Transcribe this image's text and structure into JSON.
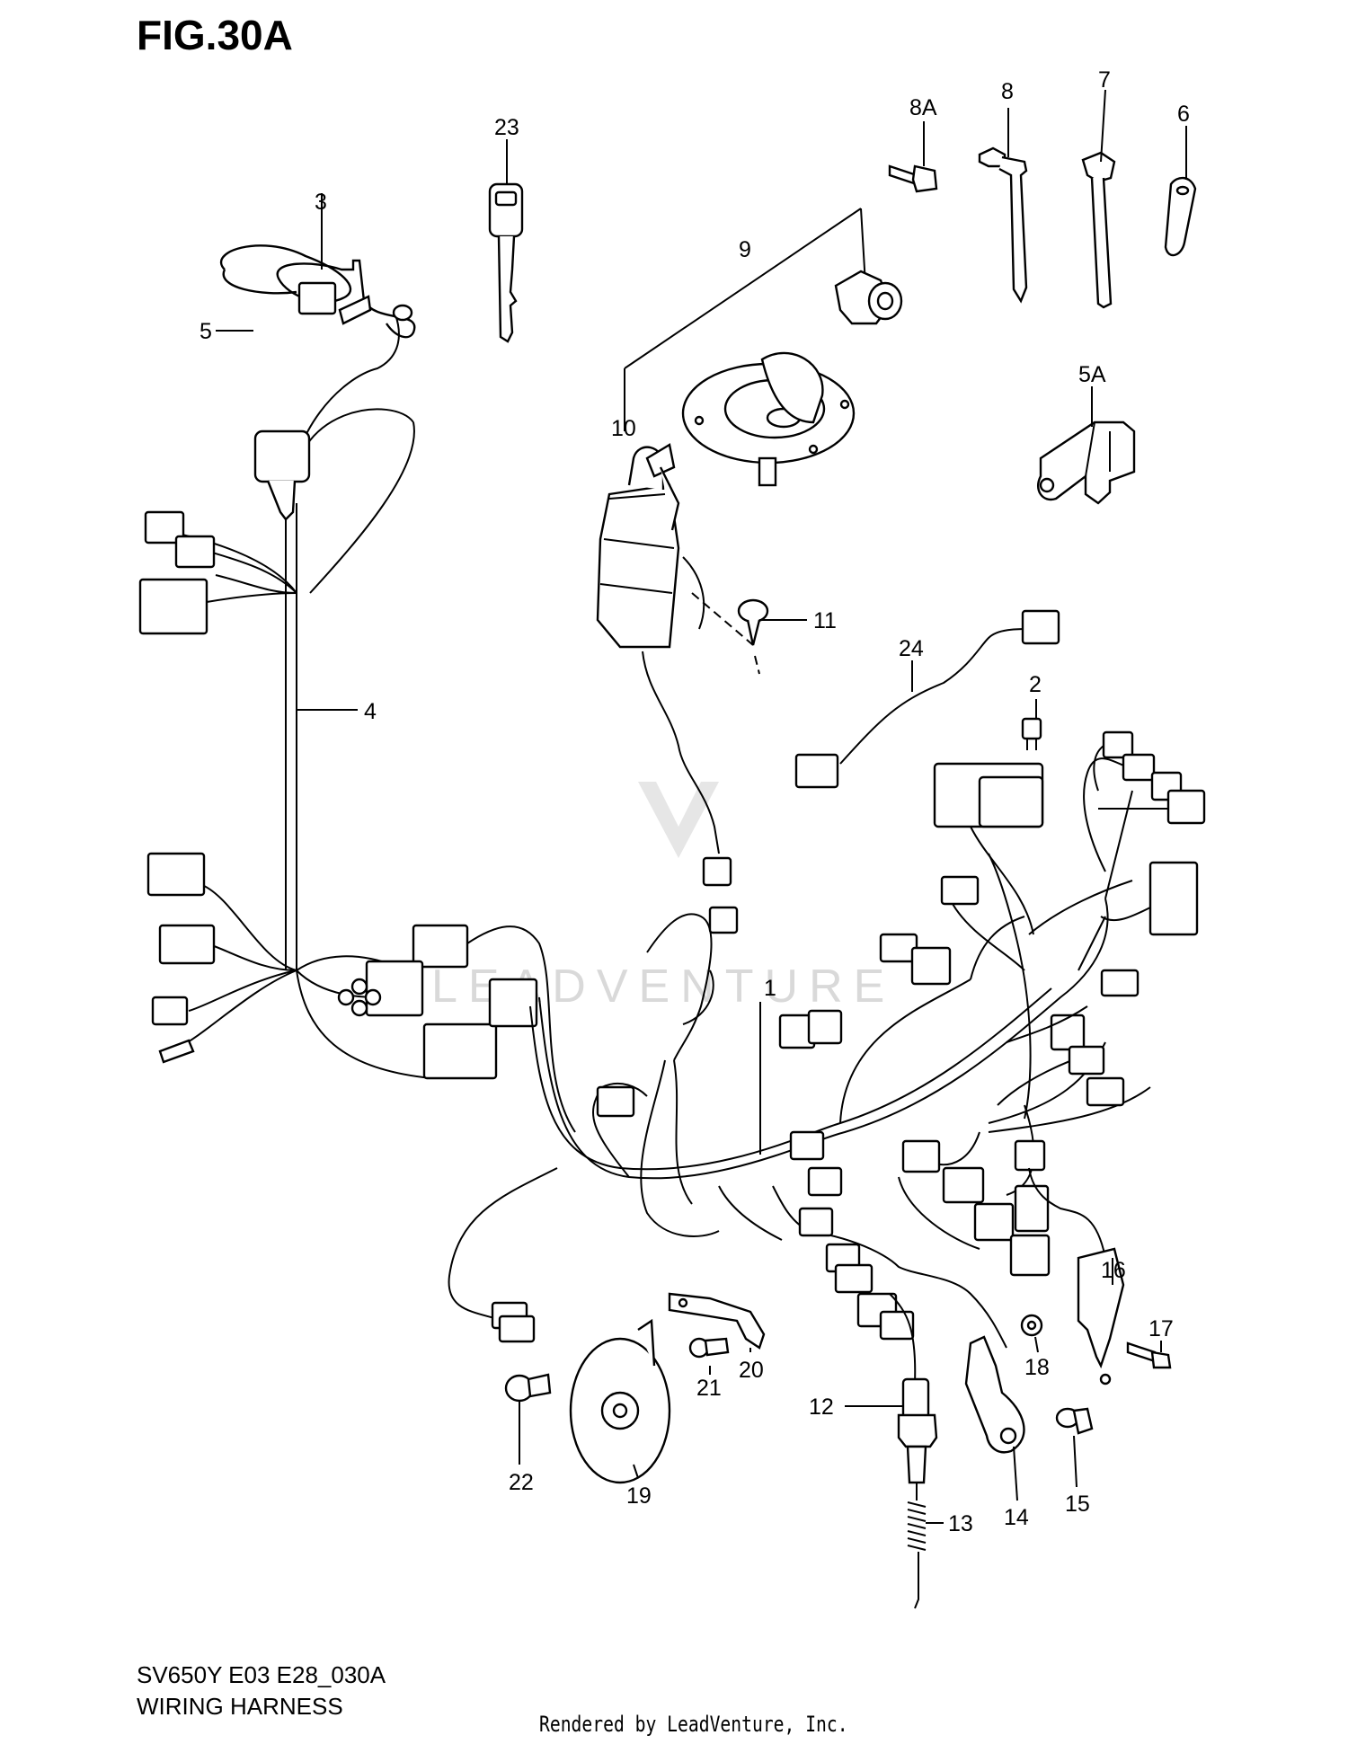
{
  "figure": {
    "title": "FIG.30A",
    "model_code": "SV650Y E03 E28_030A",
    "section_name": "WIRING HARNESS",
    "render_credit": "Rendered by LeadVenture, Inc.",
    "watermark_text": "LEADVENTURE"
  },
  "callouts": [
    "1",
    "2",
    "3",
    "4",
    "5",
    "5A",
    "6",
    "7",
    "8",
    "8A",
    "9",
    "10",
    "11",
    "12",
    "13",
    "14",
    "15",
    "16",
    "17",
    "18",
    "19",
    "20",
    "21",
    "22",
    "23",
    "24"
  ]
}
